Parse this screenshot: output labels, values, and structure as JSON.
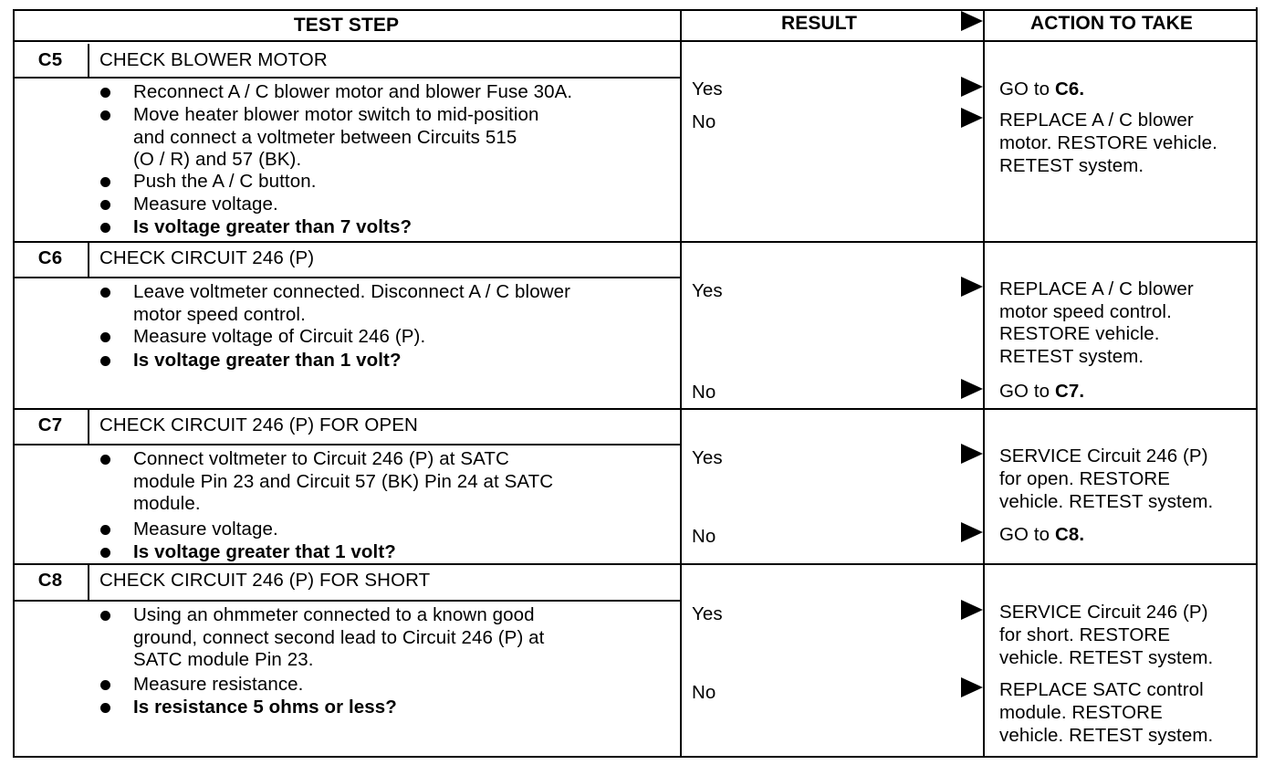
{
  "header": {
    "test_step": "TEST STEP",
    "result": "RESULT",
    "action": "ACTION TO TAKE"
  },
  "steps": [
    {
      "code": "C5",
      "title": "CHECK BLOWER MOTOR",
      "items": [
        {
          "lines": [
            "Reconnect A / C blower motor and blower Fuse 30A."
          ],
          "bold": false
        },
        {
          "lines": [
            "Move heater blower motor switch to mid-position",
            "and connect a voltmeter between Circuits 515",
            "(O / R) and 57 (BK)."
          ],
          "bold": false
        },
        {
          "lines": [
            "Push the A / C button."
          ],
          "bold": false
        },
        {
          "lines": [
            "Measure voltage."
          ],
          "bold": false
        },
        {
          "lines": [
            "Is voltage greater than 7 volts?"
          ],
          "bold": true
        }
      ],
      "results": [
        {
          "label": "Yes",
          "action_lines": [
            "GO to |C6."
          ]
        },
        {
          "label": "No",
          "action_lines": [
            "REPLACE A / C blower",
            "motor. RESTORE vehicle.",
            "RETEST system."
          ]
        }
      ]
    },
    {
      "code": "C6",
      "title": "CHECK CIRCUIT 246 (P)",
      "items": [
        {
          "lines": [
            "Leave voltmeter connected. Disconnect A / C blower",
            "motor speed control."
          ],
          "bold": false
        },
        {
          "lines": [
            "Measure voltage of Circuit 246 (P)."
          ],
          "bold": false
        },
        {
          "lines": [
            "Is voltage greater than 1 volt?"
          ],
          "bold": true
        }
      ],
      "results": [
        {
          "label": "Yes",
          "action_lines": [
            "REPLACE A / C blower",
            "motor speed control.",
            "RESTORE vehicle.",
            "RETEST system."
          ]
        },
        {
          "label": "No",
          "action_lines": [
            "GO to |C7."
          ]
        }
      ]
    },
    {
      "code": "C7",
      "title": "CHECK CIRCUIT 246 (P) FOR OPEN",
      "items": [
        {
          "lines": [
            "Connect voltmeter to Circuit 246 (P) at SATC",
            "module Pin 23 and Circuit 57 (BK) Pin 24 at SATC",
            "module."
          ],
          "bold": false
        },
        {
          "lines": [
            "Measure voltage."
          ],
          "bold": false
        },
        {
          "lines": [
            "Is voltage greater that 1 volt?"
          ],
          "bold": true
        }
      ],
      "results": [
        {
          "label": "Yes",
          "action_lines": [
            "SERVICE Circuit 246 (P)",
            "for open. RESTORE",
            "vehicle. RETEST system."
          ]
        },
        {
          "label": "No",
          "action_lines": [
            "GO to |C8."
          ]
        }
      ]
    },
    {
      "code": "C8",
      "title": "CHECK CIRCUIT 246 (P) FOR SHORT",
      "items": [
        {
          "lines": [
            "Using an ohmmeter connected to a known good",
            "ground, connect second lead to Circuit 246 (P) at",
            "SATC module Pin 23."
          ],
          "bold": false
        },
        {
          "lines": [
            "Measure resistance."
          ],
          "bold": false
        },
        {
          "lines": [
            "Is resistance 5 ohms or less?"
          ],
          "bold": true
        }
      ],
      "results": [
        {
          "label": "Yes",
          "action_lines": [
            "SERVICE Circuit 246 (P)",
            "for short. RESTORE",
            "vehicle. RETEST system."
          ]
        },
        {
          "label": "No",
          "action_lines": [
            "REPLACE SATC control",
            "module. RESTORE",
            "vehicle. RETEST system."
          ]
        }
      ]
    }
  ]
}
